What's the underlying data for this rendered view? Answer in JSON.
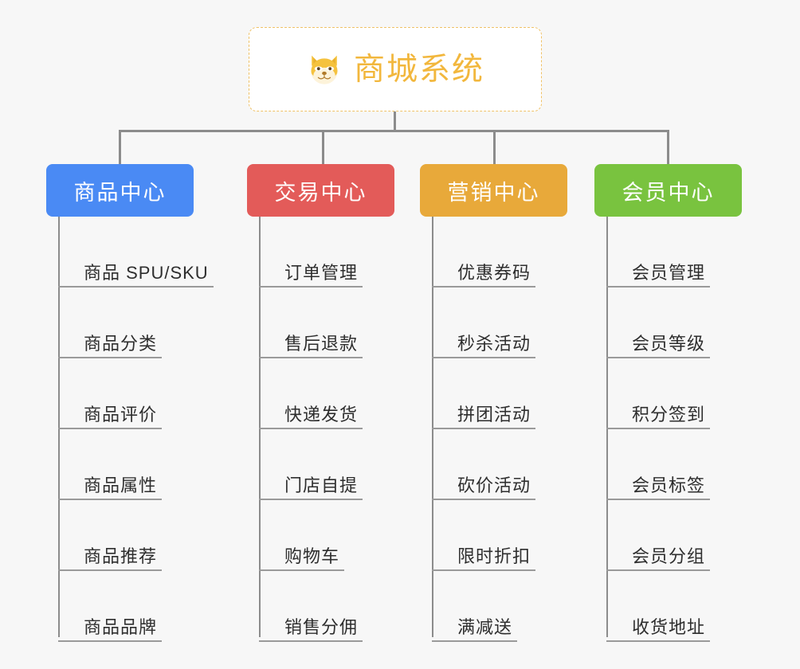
{
  "diagram": {
    "kind": "mindmap-org-chart",
    "background_color": "#f7f7f7",
    "connector_color": "#8c8c8c"
  },
  "root": {
    "title": "商城系统",
    "icon": "shiba-dog-emoji",
    "text_color": "#f2b73d",
    "border_color": "#f0c268",
    "background_color": "#ffffff"
  },
  "branches": [
    {
      "id": "product-center",
      "label": "商品中心",
      "color": "#4a8af4",
      "items": [
        {
          "label": "商品 SPU/SKU"
        },
        {
          "label": "商品分类"
        },
        {
          "label": "商品评价"
        },
        {
          "label": "商品属性"
        },
        {
          "label": "商品推荐"
        },
        {
          "label": "商品品牌"
        }
      ]
    },
    {
      "id": "trade-center",
      "label": "交易中心",
      "color": "#e35b59",
      "items": [
        {
          "label": "订单管理"
        },
        {
          "label": "售后退款"
        },
        {
          "label": "快递发货"
        },
        {
          "label": "门店自提"
        },
        {
          "label": "购物车"
        },
        {
          "label": "销售分佣"
        }
      ]
    },
    {
      "id": "marketing-center",
      "label": "营销中心",
      "color": "#e8a93a",
      "items": [
        {
          "label": "优惠券码"
        },
        {
          "label": "秒杀活动"
        },
        {
          "label": "拼团活动"
        },
        {
          "label": "砍价活动"
        },
        {
          "label": "限时折扣"
        },
        {
          "label": "满减送"
        }
      ]
    },
    {
      "id": "member-center",
      "label": "会员中心",
      "color": "#79c33f",
      "items": [
        {
          "label": "会员管理"
        },
        {
          "label": "会员等级"
        },
        {
          "label": "积分签到"
        },
        {
          "label": "会员标签"
        },
        {
          "label": "会员分组"
        },
        {
          "label": "收货地址"
        }
      ]
    }
  ]
}
